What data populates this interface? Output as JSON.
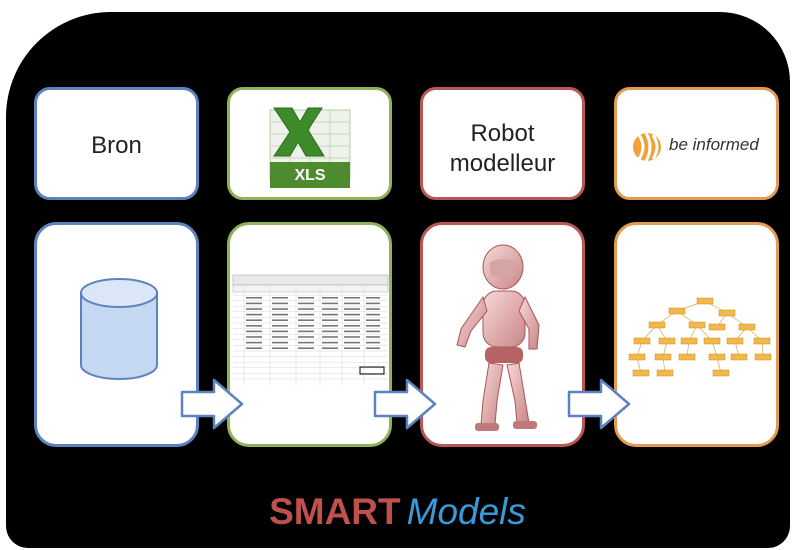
{
  "cards": {
    "source_title": "Bron",
    "excel_label": "XLS",
    "robot_title_line1": "Robot",
    "robot_title_line2": "modelleur",
    "brand_text": "be informed"
  },
  "footer": {
    "brand_bold": "SMART",
    "brand_italic": "Models"
  },
  "colors": {
    "blue": "#5c83c0",
    "green": "#8fb35a",
    "red": "#b85756",
    "orange": "#e39b52",
    "brand_red": "#c0504d",
    "brand_blue": "#3a9ad9"
  },
  "icons": [
    "database-cylinder-icon",
    "excel-xls-icon",
    "robot-image",
    "be-informed-logo",
    "tree-diagram-image",
    "flow-arrow-icon"
  ]
}
